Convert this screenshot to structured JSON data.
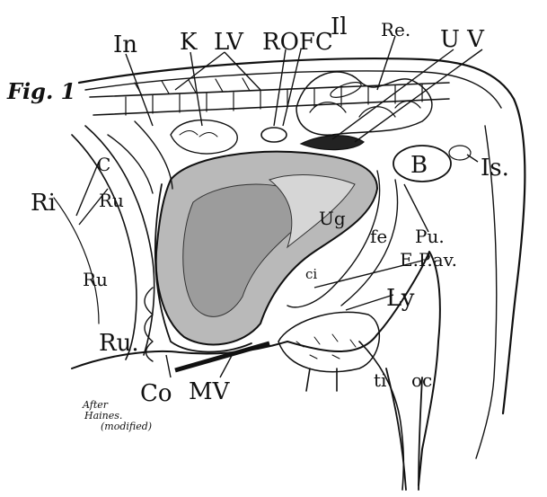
{
  "figure": {
    "figure_label": "Fig. 1",
    "credit_line1": "After",
    "credit_line2": "Haines.",
    "credit_line3": "(modified)"
  },
  "labels": {
    "In": "In",
    "K": "K",
    "LV": "LV",
    "ROFC": "ROFC",
    "Il": "Il",
    "Re": "Re.",
    "UV": "U V",
    "B": "B",
    "Is": "Is.",
    "C": "C",
    "Ri": "Ri",
    "Ru1": "Ru",
    "Ru2": "Ru",
    "Ru3": "Ru.",
    "Ug": "Ug",
    "Fe": "fe",
    "Pu": "Pu.",
    "Ci": "ci",
    "EPav": "E.P.av.",
    "Ly": "Ly",
    "Co": "Co",
    "MV": "MV",
    "Ti": "ti",
    "Oc": "oc"
  },
  "colors": {
    "ink": "#111111",
    "paper": "#ffffff",
    "uterus_shade": "#b9b9b9",
    "organ_shade": "#d6d6d6"
  }
}
